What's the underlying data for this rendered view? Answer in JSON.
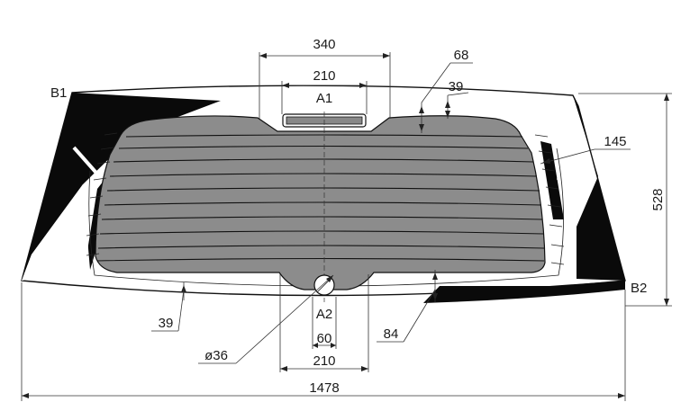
{
  "dimensions": {
    "top_width_outer": "340",
    "top_width_inner": "210",
    "edge_offset_68": "68",
    "edge_offset_39_top": "39",
    "side_offset": "145",
    "height": "528",
    "bottom_offset_39": "39",
    "hole_diameter": "ø36",
    "hole_offset": "60",
    "bottom_width_210": "210",
    "bottom_offset_84": "84",
    "total_width": "1478"
  },
  "labels": {
    "b1": "B1",
    "b2": "B2",
    "a1": "A1",
    "a2": "A2"
  },
  "colors": {
    "glass_outline": "#111111",
    "ceramic_band": "#0a0a0a",
    "heated_area": "#8c8c8c",
    "background": "#ffffff"
  }
}
